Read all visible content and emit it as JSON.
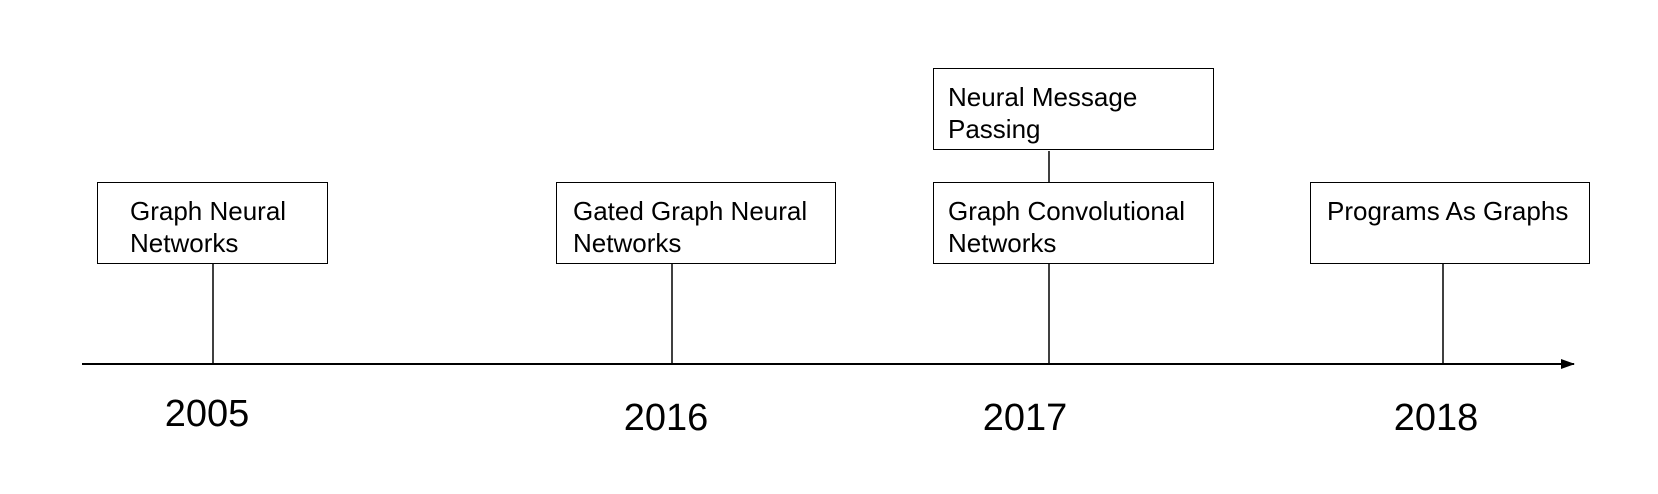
{
  "timeline": {
    "events": [
      {
        "id": "gnn",
        "label": "Graph Neural\nNetworks"
      },
      {
        "id": "ggnn",
        "label": "Gated Graph Neural\nNetworks"
      },
      {
        "id": "gcn",
        "label": "Graph Convolutional\nNetworks"
      },
      {
        "id": "mpnn",
        "label": "Neural Message\nPassing"
      },
      {
        "id": "pag",
        "label": "Programs As Graphs"
      }
    ],
    "years": [
      "2005",
      "2016",
      "2017",
      "2018"
    ]
  }
}
